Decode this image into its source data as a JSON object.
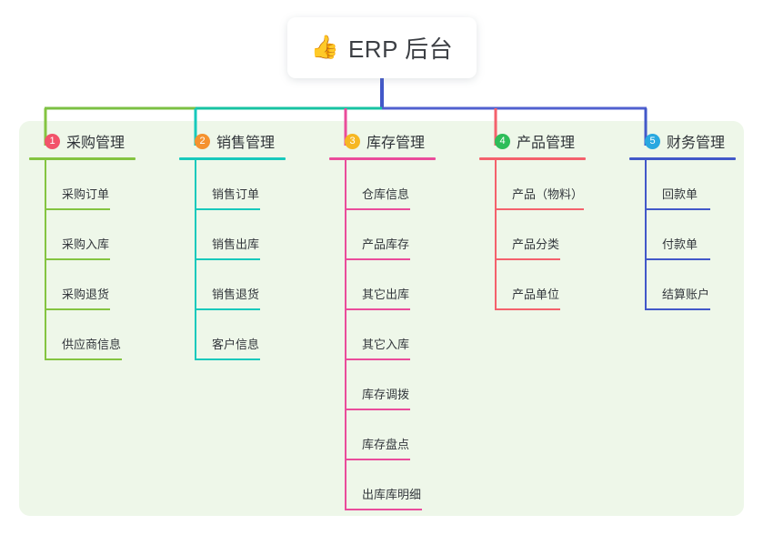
{
  "root": {
    "icon": "thumbs-up-icon",
    "icon_glyph": "👍",
    "label": "ERP 后台"
  },
  "colors": {
    "panel_background": "#eef7e9",
    "page_background": "#ffffff",
    "root_stem": "#4258c9",
    "bus_left": "#7bc043",
    "bus_mid": "#17c3a2",
    "bus_right": "#5060cf",
    "title_text": "#2f3338",
    "leaf_text": "#33373c"
  },
  "columns": [
    {
      "badge": "1",
      "badge_color": "#f2536a",
      "title": "采购管理",
      "accent": "#84c441",
      "drop_color": "#84c441",
      "title_rule_width": 117,
      "items": [
        {
          "label": "采购订单",
          "rule_width": 72
        },
        {
          "label": "采购入库",
          "rule_width": 72
        },
        {
          "label": "采购退货",
          "rule_width": 72
        },
        {
          "label": "供应商信息",
          "rule_width": 85
        }
      ]
    },
    {
      "badge": "2",
      "badge_color": "#f5922f",
      "title": "销售管理",
      "accent": "#17c9bc",
      "drop_color": "#17c9bc",
      "title_rule_width": 117,
      "items": [
        {
          "label": "销售订单",
          "rule_width": 72
        },
        {
          "label": "销售出库",
          "rule_width": 72
        },
        {
          "label": "销售退货",
          "rule_width": 72
        },
        {
          "label": "客户信息",
          "rule_width": 72
        }
      ]
    },
    {
      "badge": "3",
      "badge_color": "#f6b723",
      "title": "库存管理",
      "accent": "#ea4c9b",
      "drop_color": "#ea4c9b",
      "title_rule_width": 117,
      "items": [
        {
          "label": "仓库信息",
          "rule_width": 72
        },
        {
          "label": "产品库存",
          "rule_width": 72
        },
        {
          "label": "其它出库",
          "rule_width": 72
        },
        {
          "label": "其它入库",
          "rule_width": 72
        },
        {
          "label": "库存调拨",
          "rule_width": 72
        },
        {
          "label": "库存盘点",
          "rule_width": 72
        },
        {
          "label": "出库库明细",
          "rule_width": 85
        }
      ]
    },
    {
      "badge": "4",
      "badge_color": "#2ebd59",
      "title": "产品管理",
      "accent": "#f4616c",
      "drop_color": "#f4616c",
      "title_rule_width": 117,
      "items": [
        {
          "label": "产品（物料）",
          "rule_width": 98
        },
        {
          "label": "产品分类",
          "rule_width": 72
        },
        {
          "label": "产品单位",
          "rule_width": 72
        }
      ]
    },
    {
      "badge": "5",
      "badge_color": "#29a8e0",
      "title": "财务管理",
      "accent": "#4258c9",
      "drop_color": "#4258c9",
      "title_rule_width": 117,
      "items": [
        {
          "label": "回款单",
          "rule_width": 72
        },
        {
          "label": "付款单",
          "rule_width": 72
        },
        {
          "label": "结算账户",
          "rule_width": 72
        }
      ]
    }
  ]
}
